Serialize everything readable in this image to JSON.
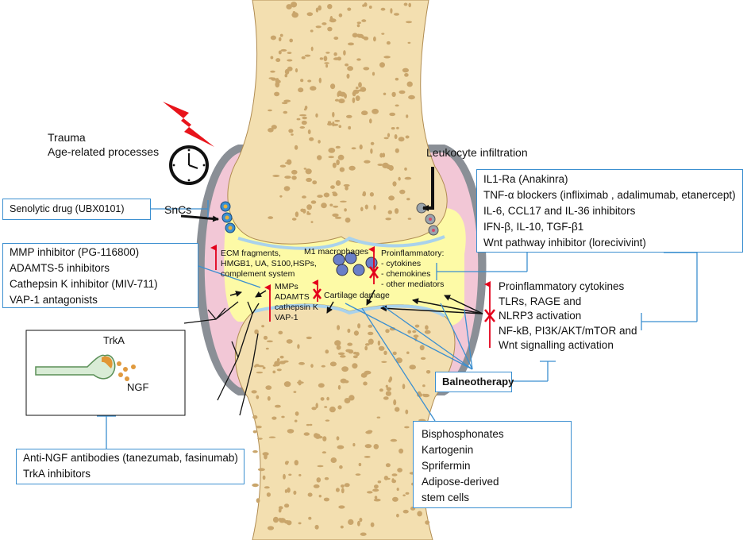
{
  "labels": {
    "trauma": "Trauma",
    "age": "Age-related processes",
    "leukocyte": "Leukocyte infiltration",
    "sncs": "SnCs",
    "m1": "M1 macrophages",
    "ecm": [
      "ECM fragments,",
      "HMGB1, UA, S100,HSPs,",
      "complement system"
    ],
    "proinflam": [
      "Proinflammatory:",
      "- cytokines",
      "- chemokines",
      "- other mediators"
    ],
    "mmps": [
      "MMPs",
      "ADAMTS",
      "cathepsin K",
      "VAP-1"
    ],
    "cartilage": "Cartilage damage",
    "trka": "TrkA",
    "ngf": "NGF"
  },
  "boxes": {
    "senolytic": "Senolytic drug (UBX0101)",
    "mmp_inhib": [
      "MMP inhibitor (PG-116800)",
      "ADAMTS-5 inhibitors",
      "Cathepsin K inhibitor (MIV-711)",
      "VAP-1 antagonists"
    ],
    "il1": [
      "IL1-Ra (Anakinra)",
      "TNF-α blockers (infliximab , adalimumab, etanercept)",
      "IL-6, CCL17 and IL-36 inhibitors",
      "IFN-β, IL-10, TGF-β1",
      "Wnt pathway inhibitor (lorecivivint)"
    ],
    "anti_ngf": [
      "Anti-NGF antibodies (tanezumab, fasinumab)",
      "TrkA inhibitors"
    ],
    "balneo": "Balneotherapy",
    "bisphos": [
      "Bisphosphonates",
      "Kartogenin",
      "Sprifermin",
      "Adipose-derived",
      "stem cells"
    ]
  },
  "right_list": [
    "Proinflammatory cytokines",
    "TLRs, RAGE and",
    "NLRP3 activation",
    "NF-kB, PI3K/AKT/mTOR and",
    "Wnt signalling activation"
  ],
  "colors": {
    "box_border": "#3b8fd0",
    "bone": "#f3dfb0",
    "bone_pore": "#c9a56b",
    "synovium": "#f2c7d6",
    "fluid": "#fdfaa6",
    "capsule": "#8a8f96",
    "arrow_red": "#e3001b",
    "bolt": "#e8141b"
  }
}
